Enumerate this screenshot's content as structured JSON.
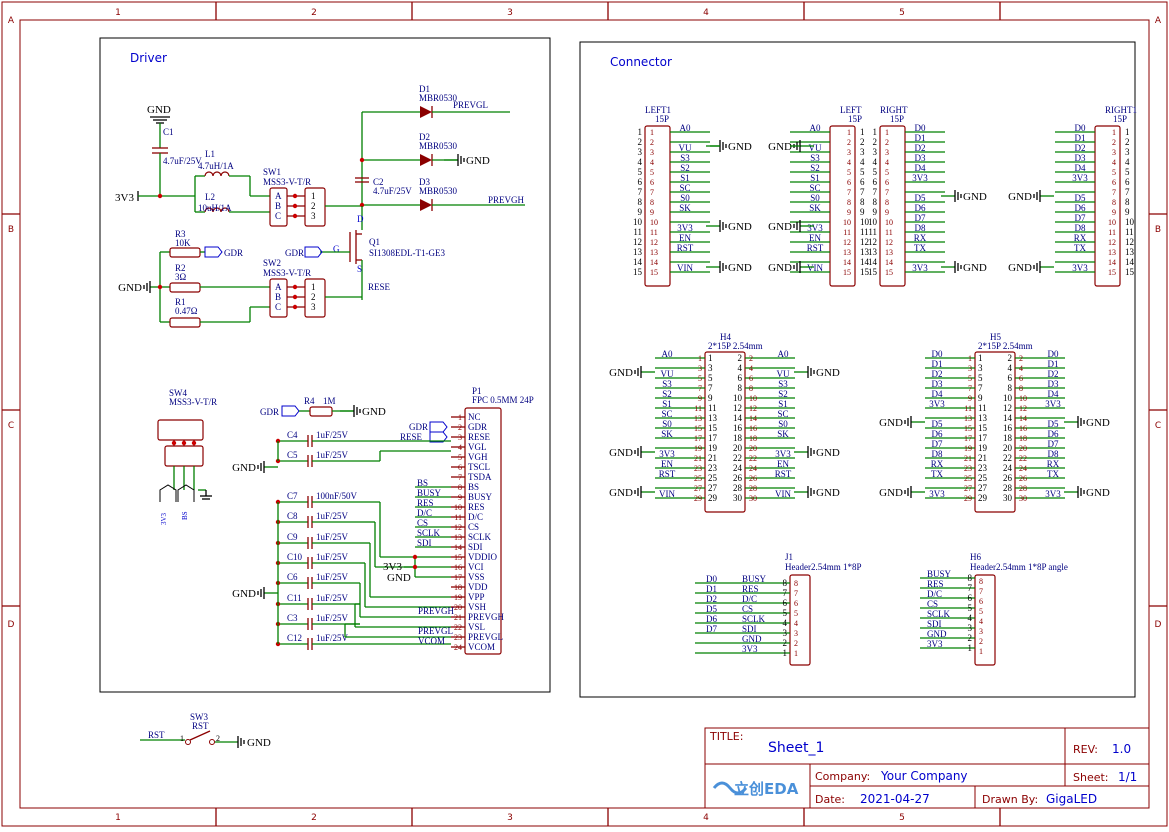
{
  "frame": {
    "cols": [
      "1",
      "2",
      "3",
      "4",
      "5"
    ],
    "rows": [
      "A",
      "B",
      "C",
      "D"
    ]
  },
  "driver": {
    "title": "Driver",
    "gnd": "GND",
    "v3v3": "3V3",
    "c1": {
      "ref": "C1",
      "val": "4.7uF/25V"
    },
    "l1": {
      "ref": "L1",
      "val": "4.7uH/1A"
    },
    "l2": {
      "ref": "L2",
      "val": "10uH/1A"
    },
    "sw1": {
      "ref": "SW1",
      "val": "MSS3-V-T/R"
    },
    "sw2": {
      "ref": "SW2",
      "val": "MSS3-V-T/R"
    },
    "sw4": {
      "ref": "SW4",
      "val": "MSS3-V-T/R"
    },
    "r3": {
      "ref": "R3",
      "val": "10K"
    },
    "r2": {
      "ref": "R2",
      "val": "3Ω"
    },
    "r1": {
      "ref": "R1",
      "val": "0.47Ω"
    },
    "r4": {
      "ref": "R4",
      "val": "1M"
    },
    "d1": {
      "ref": "D1",
      "val": "MBR0530"
    },
    "d2": {
      "ref": "D2",
      "val": "MBR0530"
    },
    "d3": {
      "ref": "D3",
      "val": "MBR0530"
    },
    "c2": {
      "ref": "C2",
      "val": "4.7uF/25V"
    },
    "q1": {
      "ref": "Q1",
      "val": "SI1308EDL-T1-GE3"
    },
    "nets": {
      "gdr": "GDR",
      "rese": "RESE",
      "prevgl": "PREVGL",
      "prevgh": "PREVGH",
      "rst": "RST",
      "bs": "BS",
      "gates": [
        "G",
        "D",
        "S"
      ]
    },
    "sw_pins": [
      "A",
      "B",
      "C"
    ],
    "p1": {
      "ref": "P1",
      "val": "FPC 0.5MM 24P",
      "pins": [
        "NC",
        "GDR",
        "RESE",
        "VGL",
        "VGH",
        "TSCL",
        "TSDA",
        "BS",
        "BUSY",
        "RES",
        "D/C",
        "CS",
        "SCLK",
        "SDI",
        "VDDIO",
        "VCI",
        "VSS",
        "VDD",
        "VPP",
        "VSH",
        "PREVGH",
        "VSL",
        "PREVGL",
        "VCOM"
      ]
    },
    "p1_caps": [
      {
        "ref": "C4",
        "val": "1uF/25V"
      },
      {
        "ref": "C5",
        "val": "1uF/25V"
      },
      {
        "ref": "C7",
        "val": "100nF/50V"
      },
      {
        "ref": "C8",
        "val": "1uF/25V"
      },
      {
        "ref": "C9",
        "val": "1uF/25V"
      },
      {
        "ref": "C10",
        "val": "1uF/25V"
      },
      {
        "ref": "C6",
        "val": "1uF/25V"
      },
      {
        "ref": "C11",
        "val": "1uF/25V"
      },
      {
        "ref": "C3",
        "val": "1uF/25V"
      },
      {
        "ref": "C12",
        "val": "1uF/25V"
      }
    ],
    "p1_nets": [
      "BS",
      "BUSY",
      "RES",
      "D/C",
      "CS",
      "SCLK",
      "SDI"
    ],
    "p1_power": [
      "3V3",
      "GND"
    ],
    "p1_vnets": [
      "PREVGH",
      "PREVGL",
      "VCOM"
    ],
    "sw3": {
      "ref": "SW3",
      "val": "RST",
      "net": "RST",
      "gnd": "GND"
    },
    "sw4_labels": [
      "3V3",
      "BS"
    ]
  },
  "connector": {
    "title": "Connector",
    "left1": {
      "ref": "LEFT1",
      "val": "15P",
      "nets": [
        "A0",
        "",
        "VU",
        "S3",
        "S2",
        "S1",
        "SC",
        "S0",
        "SK",
        "",
        "3V3",
        "EN",
        "RST",
        "",
        "VIN"
      ]
    },
    "left2": {
      "ref": "LEFT",
      "val": "15P",
      "nets": [
        "A0",
        "",
        "VU",
        "S3",
        "S2",
        "S1",
        "SC",
        "S0",
        "SK",
        "",
        "3V3",
        "EN",
        "RST",
        "",
        "VIN"
      ]
    },
    "right2": {
      "ref": "RIGHT",
      "val": "15P",
      "nets": [
        "D0",
        "D1",
        "D2",
        "D3",
        "D4",
        "3V3",
        "",
        "D5",
        "D6",
        "D7",
        "D8",
        "RX",
        "TX",
        "",
        "3V3"
      ]
    },
    "right1": {
      "ref": "RIGHT1",
      "val": "15P",
      "nets": [
        "D0",
        "D1",
        "D2",
        "D3",
        "D4",
        "3V3",
        "",
        "D5",
        "D6",
        "D7",
        "D8",
        "RX",
        "TX",
        "",
        "3V3"
      ]
    },
    "h4": {
      "ref": "H4",
      "val": "2*15P 2.54mm",
      "left": [
        "A0",
        "",
        "VU",
        "S3",
        "S2",
        "S1",
        "SC",
        "S0",
        "SK",
        "",
        "3V3",
        "EN",
        "RST",
        "",
        "VIN"
      ],
      "right": [
        "A0",
        "",
        "VU",
        "S3",
        "S2",
        "S1",
        "SC",
        "S0",
        "SK",
        "",
        "3V3",
        "EN",
        "RST",
        "",
        "VIN"
      ]
    },
    "h5": {
      "ref": "H5",
      "val": "2*15P 2.54mm",
      "left": [
        "D0",
        "D1",
        "D2",
        "D3",
        "D4",
        "3V3",
        "",
        "D5",
        "D6",
        "D7",
        "D8",
        "RX",
        "TX",
        "",
        "3V3"
      ],
      "right": [
        "D0",
        "D1",
        "D2",
        "D3",
        "D4",
        "3V3",
        "",
        "D5",
        "D6",
        "D7",
        "D8",
        "RX",
        "TX",
        "",
        "3V3"
      ]
    },
    "j1": {
      "ref": "J1",
      "val": "Header2.54mm 1*8P",
      "left": [
        "D0",
        "D1",
        "D2",
        "D5",
        "D6",
        "D7",
        "",
        ""
      ],
      "right": [
        "BUSY",
        "RES",
        "D/C",
        "CS",
        "SCLK",
        "SDI",
        "GND",
        "3V3"
      ]
    },
    "h6": {
      "ref": "H6",
      "val": "Header2.54mm 1*8P angle",
      "left": [
        "BUSY",
        "RES",
        "D/C",
        "CS",
        "SCLK",
        "SDI",
        "GND",
        "3V3"
      ]
    },
    "gnd": "GND"
  },
  "titleblock": {
    "title_label": "TITLE:",
    "title": "Sheet_1",
    "rev_label": "REV:",
    "rev": "1.0",
    "company_label": "Company:",
    "company": "Your Company",
    "sheet_label": "Sheet:",
    "sheet": "1/1",
    "date_label": "Date:",
    "date": "2021-04-27",
    "drawn_label": "Drawn By:",
    "drawn": "GigaLED",
    "logo": "立创EDA"
  },
  "colors": {
    "border": "#8b0000",
    "wire": "#008000",
    "text": "#000080",
    "part": "#8b0000",
    "pin": "#8b0000"
  }
}
